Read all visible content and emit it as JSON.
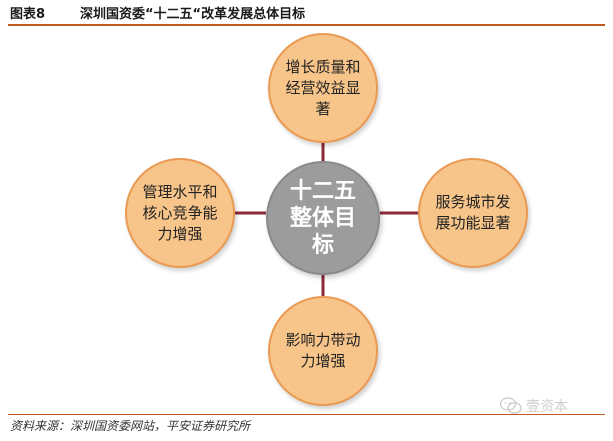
{
  "header": {
    "label": "图表8",
    "title": "深圳国资委“十二五“改革发展总体目标"
  },
  "diagram": {
    "center": "十二五整体目标",
    "nodes": {
      "top": "增长质量和经营效益显著",
      "right": "服务城市发展功能显著",
      "bottom": "影响力带动力增强",
      "left": "管理水平和核心竞争能力增强"
    }
  },
  "footer": {
    "source": "资料来源：深圳国资委网站，平安证券研究所"
  },
  "watermark": {
    "text": "壹资本",
    "icon": "wechat-icon"
  },
  "colors": {
    "outer_fill": "#f7c58a",
    "outer_border": "#ea9a52",
    "center_fill": "#9c9c9c",
    "connector": "#8b2b3a",
    "rule": "#c15a1e"
  }
}
